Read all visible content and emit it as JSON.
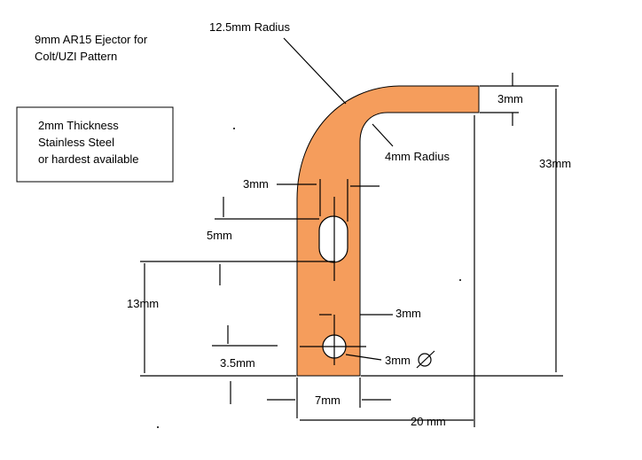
{
  "title": {
    "line1": "9mm AR15 Ejector for",
    "line2": "Colt/UZI Pattern"
  },
  "spec_box": {
    "line1": "2mm Thickness",
    "line2": "Stainless Steel",
    "line3": "or hardest available"
  },
  "dimensions": {
    "outer_radius": "12.5mm Radius",
    "inner_radius": "4mm Radius",
    "tip_thickness": "3mm",
    "total_height": "33mm",
    "upper_hole_offset": "3mm",
    "slot_length": "5mm",
    "lower_height": "13mm",
    "right_hole_offset": "3mm",
    "hole_bottom": "3.5mm",
    "hole_diameter": "3mm",
    "width": "7mm",
    "total_width": "20  mm"
  },
  "colors": {
    "part_fill": "#f59d5c",
    "line": "#000000"
  }
}
